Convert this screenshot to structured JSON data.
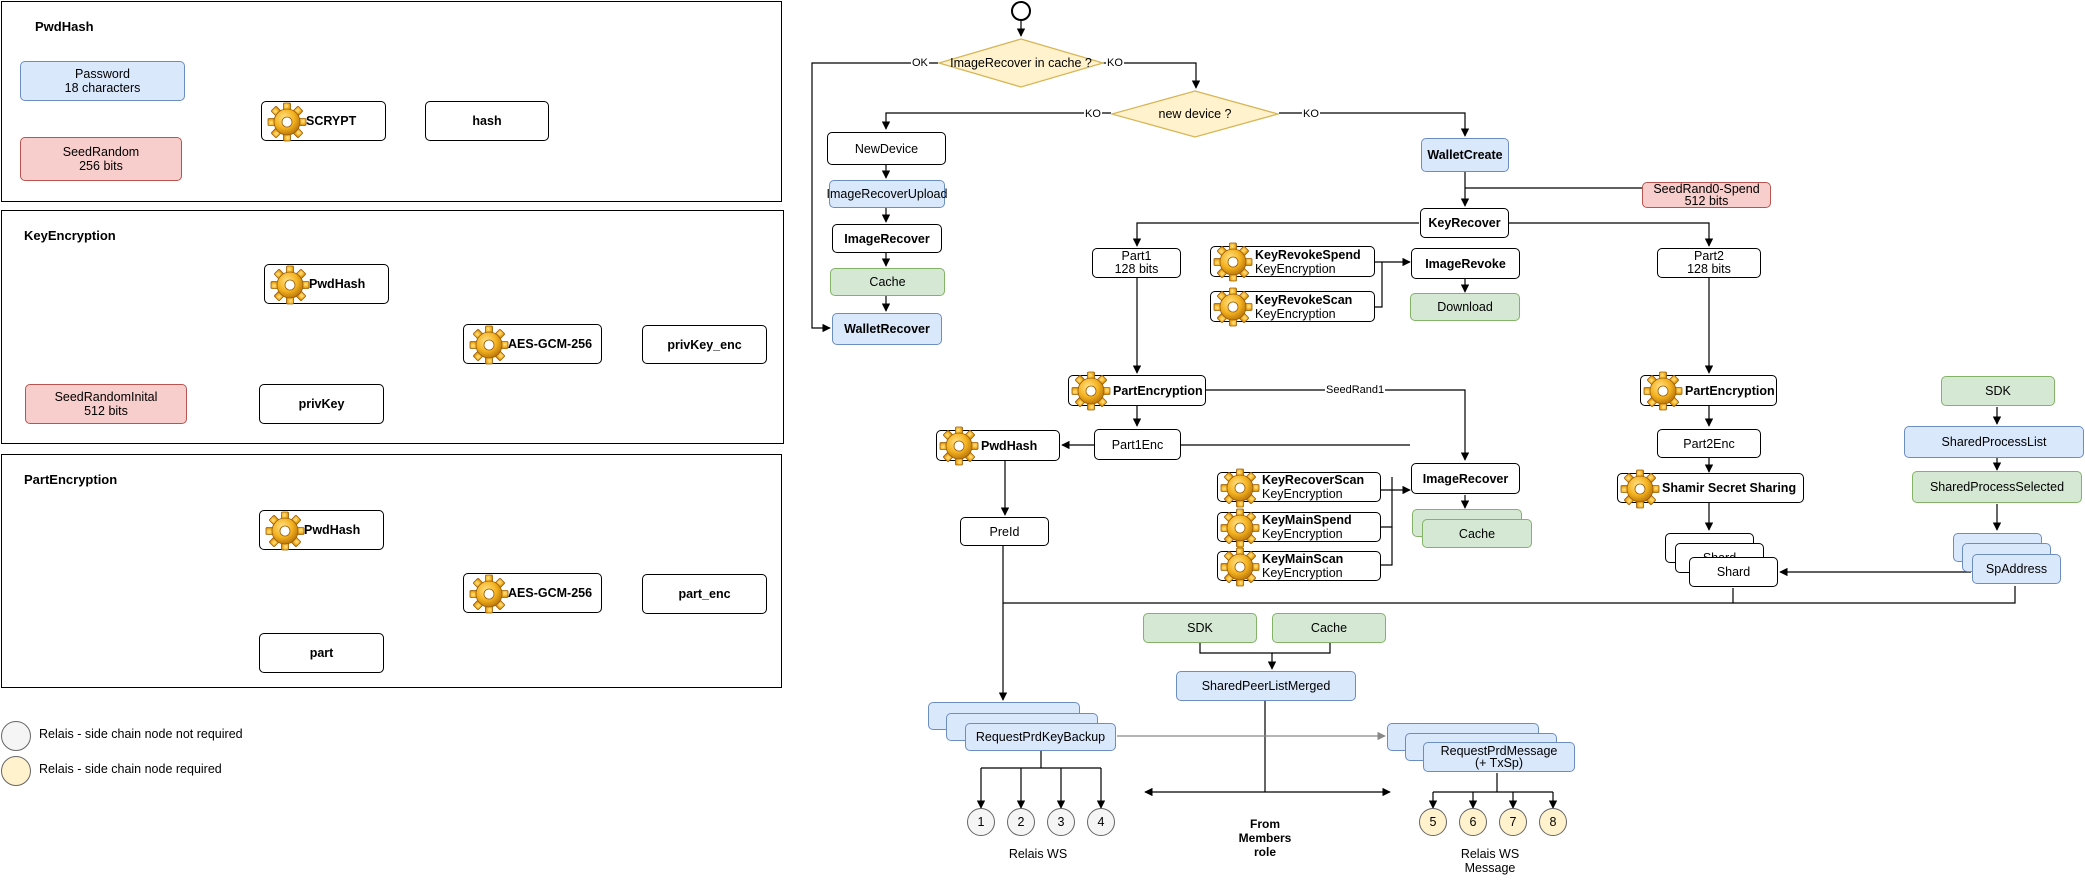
{
  "panels": {
    "pwdhash": {
      "title": "PwdHash",
      "password": [
        "Password",
        "18 characters"
      ],
      "seed_random": [
        "SeedRandom",
        "256 bits"
      ],
      "scrypt": "SCRYPT",
      "hash": "hash"
    },
    "key_encryption": {
      "title": "KeyEncryption",
      "pwdhash": "PwdHash",
      "aes": "AES-GCM-256",
      "privkey_enc": "privKey_enc",
      "seed_random_initial": [
        "SeedRandomInital",
        "512 bits"
      ],
      "privkey": "privKey"
    },
    "part_encryption": {
      "title": "PartEncryption",
      "pwdhash": "PwdHash",
      "aes": "AES-GCM-256",
      "part_enc": "part_enc",
      "part": "part"
    }
  },
  "legend": {
    "not_required": "Relais - side chain node not required",
    "required": "Relais - side chain node required"
  },
  "flow": {
    "decision_cache": "ImageRecover in cache ?",
    "decision_device": "new device ?",
    "edge_ok": "OK",
    "edge_ko": "KO",
    "new_device": "NewDevice",
    "image_recover_upload": "ImageRecoverUpload",
    "image_recover": "ImageRecover",
    "cache": "Cache",
    "wallet_recover": "WalletRecover",
    "wallet_create": "WalletCreate",
    "seed_rand0_spend": [
      "SeedRand0-Spend",
      "512 bits"
    ],
    "key_recover": "KeyRecover",
    "part1": [
      "Part1",
      "128 bits"
    ],
    "part2": [
      "Part2",
      "128 bits"
    ],
    "key_revoke_spend": [
      "KeyRevokeSpend",
      "KeyEncryption"
    ],
    "key_revoke_scan": [
      "KeyRevokeScan",
      "KeyEncryption"
    ],
    "image_revoke": "ImageRevoke",
    "download": "Download",
    "part_encryption_1": "PartEncryption",
    "seed_rand1": "SeedRand1",
    "part1_enc": "Part1Enc",
    "pwdhash": "PwdHash",
    "pre_id": "PreId",
    "key_recover_scan": [
      "KeyRecoverScan",
      "KeyEncryption"
    ],
    "key_main_spend": [
      "KeyMainSpend",
      "KeyEncryption"
    ],
    "key_main_scan": [
      "KeyMainScan",
      "KeyEncryption"
    ],
    "image_recover_2": "ImageRecover",
    "cache_2": "Cache",
    "part_encryption_2": "PartEncryption",
    "part2_enc": "Part2Enc",
    "shamir": "Shamir Secret Sharing",
    "shard": "Shard",
    "shard_back": "Shard",
    "sdk_right": "SDK",
    "shared_process_list": "SharedProcessList",
    "shared_process_selected": "SharedProcessSelected",
    "sp_address": "SpAddress",
    "sdk_bottom": "SDK",
    "cache_bottom": "Cache",
    "shared_peer_list_merged": "SharedPeerListMerged",
    "request_prd_key_backup": "RequestPrdKeyBackup",
    "request_prd_message": [
      "RequestPrdMessage",
      "(+ TxSp)"
    ],
    "from_members_role": [
      "From",
      "Members",
      "role"
    ],
    "relais_ws": "Relais WS",
    "relais_ws_message": [
      "Relais WS",
      "Message"
    ],
    "relais_nodes_grey": [
      "1",
      "2",
      "3",
      "4"
    ],
    "relais_nodes_yellow": [
      "5",
      "6",
      "7",
      "8"
    ]
  },
  "colors": {
    "blue_fill": "#dae8fc",
    "blue_stroke": "#6c8ebf",
    "red_fill": "#f8cecc",
    "red_stroke": "#b85450",
    "green_fill": "#d5e8d4",
    "green_stroke": "#82b366",
    "grey_fill": "#f5f5f5",
    "yellow_fill": "#fff2cc",
    "yellow_stroke": "#d6b656"
  },
  "icons": {
    "gear": "gear-icon",
    "start": "start-node-icon"
  }
}
